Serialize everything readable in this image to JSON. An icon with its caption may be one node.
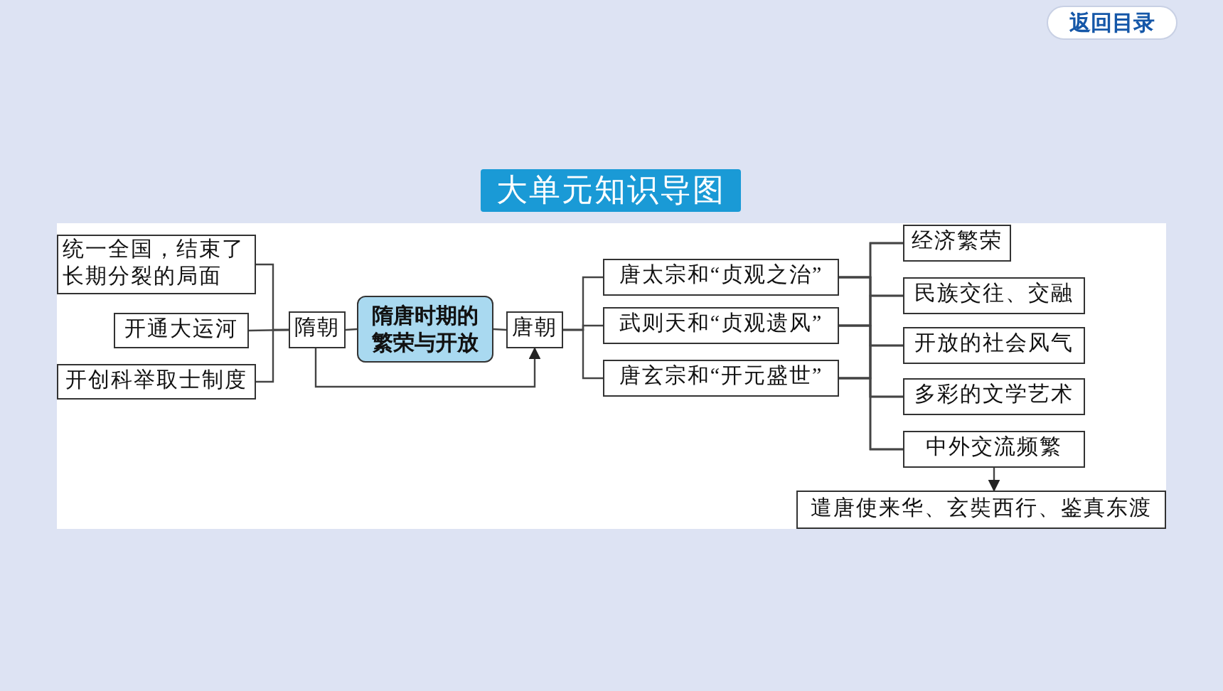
{
  "diagram": {
    "title": "大单元知识导图",
    "nodes": [
      {
        "text": [
          "统一全国，结束了长期分裂的局面"
        ]
      },
      {
        "text": [
          "开通大运河"
        ]
      },
      {
        "text": [
          "开创科举取士制度"
        ]
      },
      {
        "text": [
          "隋朝"
        ]
      },
      {
        "text": [
          "隋唐时期的繁荣与开放"
        ]
      },
      {
        "text": [
          "唐朝"
        ]
      },
      {
        "text": [
          "唐太宗和“贞观之治”"
        ]
      },
      {
        "text": [
          "武则天和“贞观遗风”"
        ]
      },
      {
        "text": [
          "唐玄宗和“开元盛世”"
        ]
      },
      {
        "text": [
          "经济繁荣"
        ]
      },
      {
        "text": [
          "民族交往、交融"
        ]
      },
      {
        "text": [
          "开放的社会风气"
        ]
      },
      {
        "text": [
          "多彩的文学艺术"
        ]
      },
      {
        "text": [
          "中外交流频繁"
        ]
      },
      {
        "text": [
          "遣唐使来华、玄奘西行、鉴真东渡"
        ]
      }
    ],
    "edges": [
      {
        "from": 0,
        "to": 3,
        "arrow": "none"
      },
      {
        "from": 1,
        "to": 3,
        "arrow": "none"
      },
      {
        "from": 2,
        "to": 3,
        "arrow": "none"
      },
      {
        "from": 3,
        "to": 4,
        "arrow": "none"
      },
      {
        "from": 4,
        "to": 5,
        "arrow": "none"
      },
      {
        "from": 3,
        "to": 5,
        "arrow": "to"
      },
      {
        "from": 5,
        "to": 6,
        "arrow": "none"
      },
      {
        "from": 5,
        "to": 7,
        "arrow": "none"
      },
      {
        "from": 5,
        "to": 8,
        "arrow": "none"
      },
      {
        "from": 6,
        "to": 9,
        "arrow": "none"
      },
      {
        "from": 6,
        "to": 10,
        "arrow": "none"
      },
      {
        "from": 6,
        "to": 11,
        "arrow": "none"
      },
      {
        "from": 6,
        "to": 12,
        "arrow": "none"
      },
      {
        "from": 6,
        "to": 13,
        "arrow": "none"
      },
      {
        "from": 7,
        "to": 9,
        "arrow": "none"
      },
      {
        "from": 7,
        "to": 10,
        "arrow": "none"
      },
      {
        "from": 7,
        "to": 11,
        "arrow": "none"
      },
      {
        "from": 7,
        "to": 12,
        "arrow": "none"
      },
      {
        "from": 7,
        "to": 13,
        "arrow": "none"
      },
      {
        "from": 8,
        "to": 9,
        "arrow": "none"
      },
      {
        "from": 8,
        "to": 10,
        "arrow": "none"
      },
      {
        "from": 8,
        "to": 11,
        "arrow": "none"
      },
      {
        "from": 8,
        "to": 12,
        "arrow": "none"
      },
      {
        "from": 8,
        "to": 13,
        "arrow": "none"
      },
      {
        "from": 13,
        "to": 14,
        "arrow": "to"
      }
    ],
    "labels": [
      "返回目录"
    ]
  }
}
